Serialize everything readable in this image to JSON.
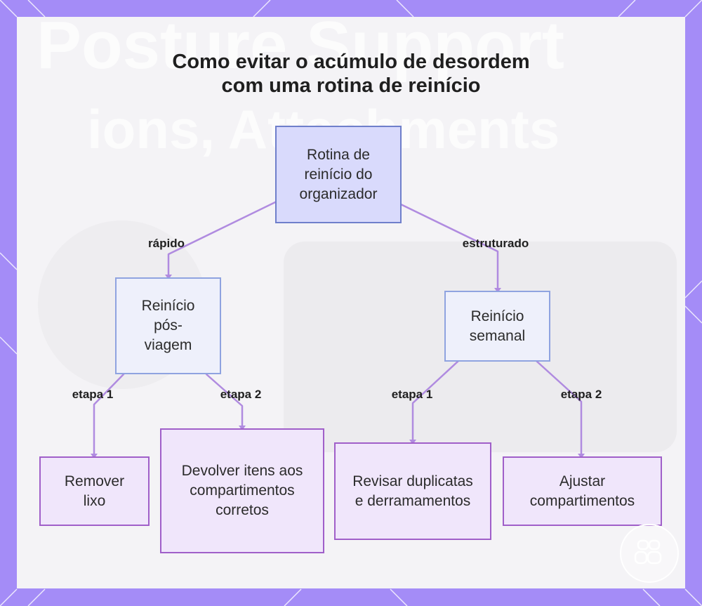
{
  "title_lines": [
    "Como evitar o acúmulo de desordem",
    "com uma rotina de reinício"
  ],
  "background_text": [
    "Posture Support",
    "ions, Attachments"
  ],
  "nodes": {
    "root": "Rotina de reinício do organizador",
    "post_trip": "Reinício pós-viagem",
    "weekly": "Reinício semanal",
    "remove_trash": "Remover lixo",
    "return_items": "Devolver itens aos compartimentos corretos",
    "review_duplicates": "Revisar duplicatas e derramamentos",
    "adjust_compartments": "Ajustar compartimentos"
  },
  "edge_labels": {
    "quick": "rápido",
    "structured": "estruturado",
    "post_trip_step1": "etapa 1",
    "post_trip_step2": "etapa 2",
    "weekly_step1": "etapa 1",
    "weekly_step2": "etapa 2"
  },
  "colors": {
    "frame": "#a48cf7",
    "connector": "#b08be0",
    "root_fill": "#d9dafc",
    "leaf_fill": "#f0e6fb"
  }
}
